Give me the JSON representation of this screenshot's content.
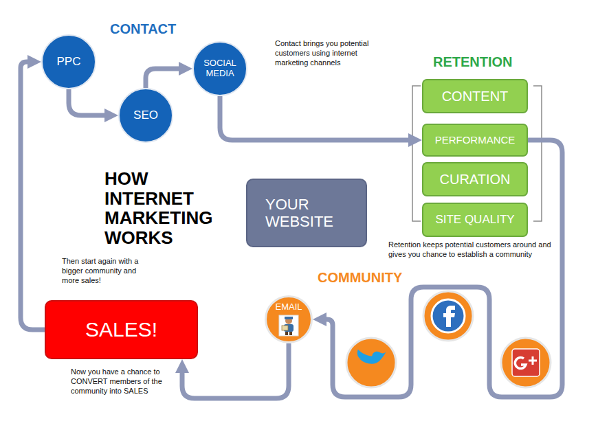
{
  "diagram": {
    "title": "HOW INTERNET MARKETING WORKS",
    "nodes": [
      {
        "text": [
          "PPC"
        ]
      },
      {
        "text": [
          "SEO"
        ]
      },
      {
        "text": [
          "SOCIAL MEDIA"
        ]
      },
      {
        "text": [
          "CONTENT"
        ]
      },
      {
        "text": [
          "PERFORMANCE"
        ]
      },
      {
        "text": [
          "CURATION"
        ]
      },
      {
        "text": [
          "SITE QUALITY"
        ]
      },
      {
        "text": [
          "YOUR WEBSITE"
        ]
      },
      {
        "text": [
          "EMAIL"
        ]
      },
      {
        "text": [
          "SALES!"
        ]
      }
    ],
    "edges": [
      {
        "from": 9,
        "to": 0,
        "arrow": "to"
      },
      {
        "from": 0,
        "to": 1,
        "arrow": "to"
      },
      {
        "from": 1,
        "to": 2,
        "arrow": "to"
      },
      {
        "from": 2,
        "to": 4,
        "arrow": "to"
      },
      {
        "from": 4,
        "to": 8,
        "arrow": "to"
      },
      {
        "from": 8,
        "to": 9,
        "arrow": "to"
      }
    ],
    "labels": [
      "CONTACT",
      "Contact brings you potential customers using internet marketing channels",
      "RETENTION",
      "Retention keeps potential customers around and gives you chance to establish a community",
      "COMMUNITY",
      "Then start again with a bigger community and more sales!",
      "Now you have a chance to CONVERT members of the community into SALES"
    ]
  }
}
